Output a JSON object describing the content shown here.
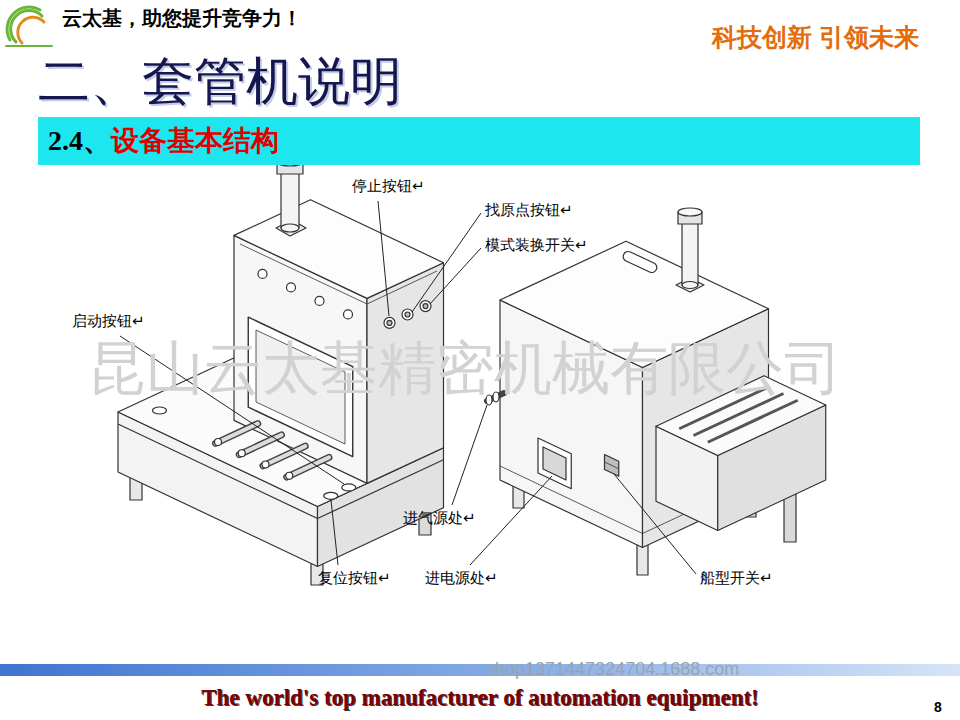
{
  "diagram": {
    "title": "二、套管机说明",
    "nodes": [
      {
        "text": [
          "2.4、",
          "设备基本结构"
        ]
      }
    ],
    "labels": [
      "云太基，助您提升竞争力！",
      "科技创新 引领未来",
      "停止按钮↵",
      "找原点按钮↵",
      "模式装换开关↵",
      "启动按钮↵",
      "复位按钮↵",
      "进气源处↵",
      "进电源处↵",
      "船型开关↵",
      "昆山云太基精密机械有限公司",
      "shop1371447324704.1688.com",
      "The world's top manufacturer of automation equipment!",
      "8"
    ]
  }
}
